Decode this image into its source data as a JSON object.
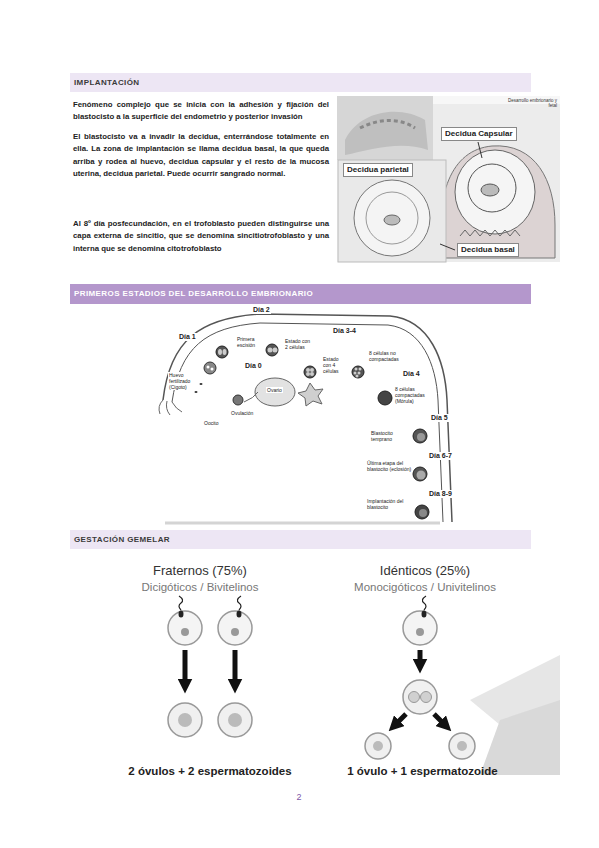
{
  "diagram": {
    "nodes": [
      {
        "text": [
          "IMPLANTACIÓN"
        ]
      },
      {
        "text": [
          "Decidua Capsular"
        ]
      },
      {
        "text": [
          "Decidua parietal"
        ]
      },
      {
        "text": [
          "Decidua basal"
        ]
      },
      {
        "text": [
          "PRIMEROS ESTADIOS DEL DESARROLLO EMBRIONARIO"
        ]
      },
      {
        "text": [
          "GESTACIÓN GEMELAR"
        ]
      }
    ],
    "labels": [
      "Fenómeno complejo que se inicia con la adhesión y fijación del blastocisto a la superficie del endometrio y posterior invasión",
      "El blastocisto va a invadir la decidua, enterrándose totalmente en ella. La zona de implantación se llama decidua basal, la que queda arriba y rodea al huevo, decidua capsular y el resto de la mucosa uterina, decidua parietal. Puede ocurrir sangrado normal.",
      "Al 8º día posfecundación, en el trofoblasto pueden distinguirse una capa externa de sincitio, que se denomina sincitiotrofoblasto y una interna que se denomina citotrofoblasto",
      "Desarrollo embrionario y fetal",
      "Día 1",
      "Día 2",
      "Primera escisión",
      "Estado con 2 células",
      "Día 3-4",
      "Estado con 4 células",
      "8 células no compactadas",
      "Día 4",
      "8 células compactadas (Mórula)",
      "Huevo fertilizado (Cigoto)",
      "Día 0",
      "Ovario",
      "Ovulación",
      "Oocito",
      "Blastocito temprano",
      "Día 5",
      "Día 6-7",
      "Última etapa del blastocito (eclosión)",
      "Día 8-9",
      "Implantación del blastocito",
      "Fraternos (75%)",
      "Dicigóticos / Bivitelinos",
      "Idénticos (25%)",
      "Monocigóticos / Univitelinos",
      "2 óvulos + 2 espermatozoides",
      "1 óvulo + 1 espermatozoide",
      "2"
    ]
  }
}
